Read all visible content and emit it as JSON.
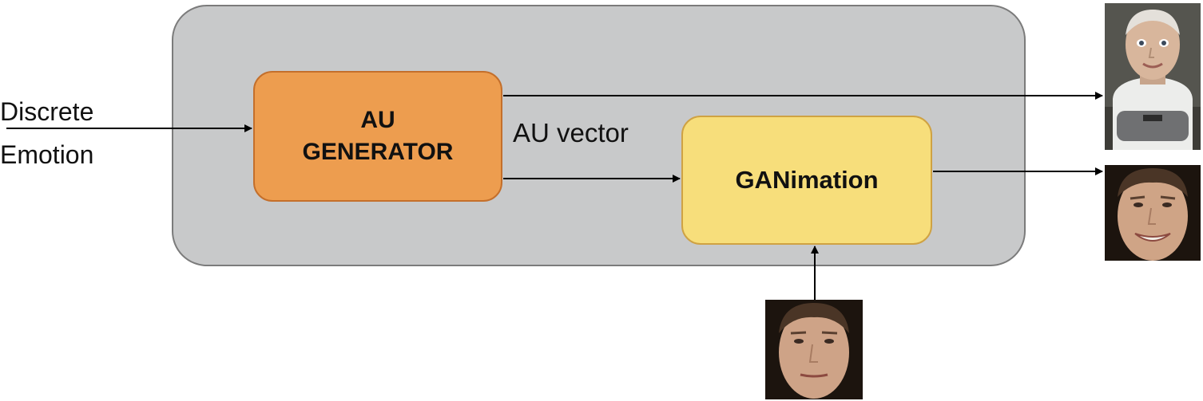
{
  "input_label": [
    "Discrete",
    "Emotion"
  ],
  "blocks": {
    "au_generator": [
      "AU",
      "GENERATOR"
    ],
    "ganimation": "GANimation"
  },
  "edge_label": "AU vector",
  "images": {
    "robot_output": "robot-head",
    "face_output": "smiling-face",
    "face_input": "neutral-face"
  },
  "colors": {
    "container": "#c8c9ca",
    "au_generator": "#ed9d4f",
    "ganimation": "#f7de7b"
  }
}
